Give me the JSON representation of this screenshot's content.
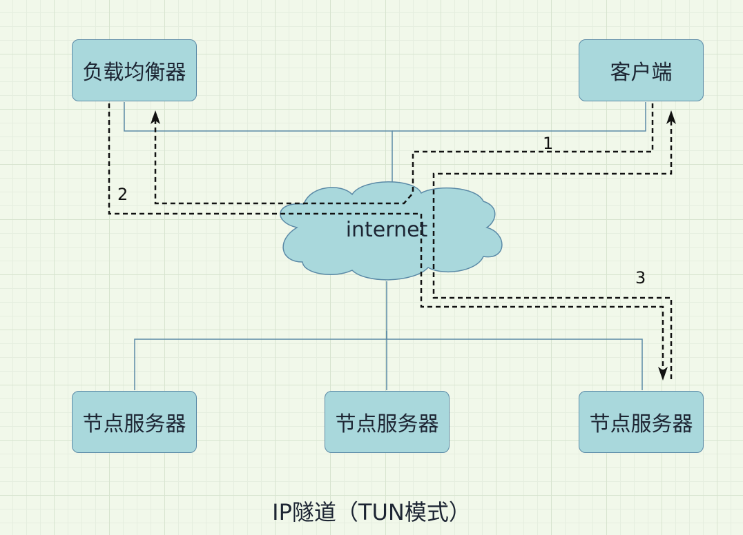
{
  "nodes": {
    "load_balancer": "负载均衡器",
    "client": "客户端",
    "server_left": "节点服务器",
    "server_middle": "节点服务器",
    "server_right": "节点服务器",
    "cloud": "internet"
  },
  "path_labels": {
    "step1": "1",
    "step2": "2",
    "step3": "3"
  },
  "caption": "IP隧道（TUN模式）",
  "colors": {
    "node_fill": "#a9d8dc",
    "node_border": "#5a89a6",
    "connector": "#5a89a6",
    "dashed_path": "#111111"
  }
}
